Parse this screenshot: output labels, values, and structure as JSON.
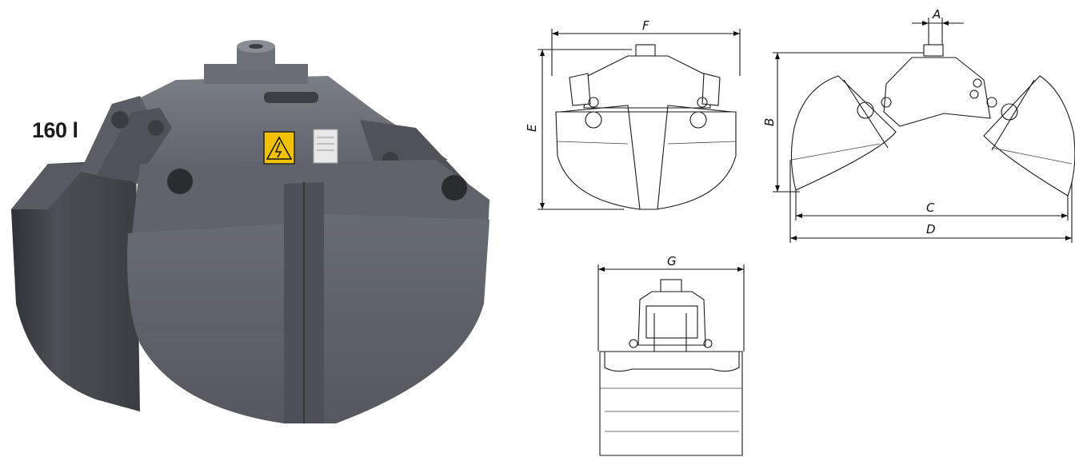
{
  "product": {
    "capacity_label": "160 l",
    "warning_icon": "high-voltage-warning-icon",
    "colors": {
      "body": "#5a5e64",
      "body_dark": "#3a3e44",
      "warning": "#f2c200"
    }
  },
  "drawings": {
    "front_view": {
      "width_label": "F",
      "height_label": "E"
    },
    "open_side_view": {
      "pin_label": "A",
      "height_label": "B",
      "inner_width_label": "C",
      "outer_width_label": "D"
    },
    "top_view": {
      "width_label": "G"
    }
  }
}
